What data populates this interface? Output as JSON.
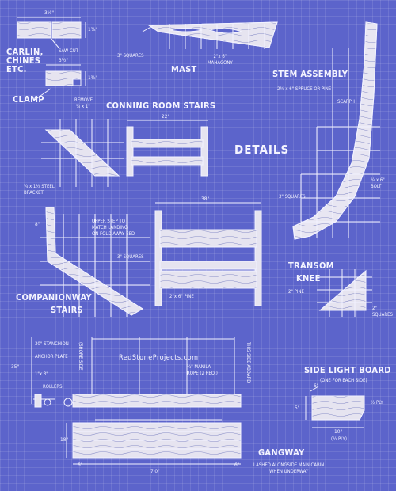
{
  "labels": {
    "carlin_chines": "CARLIN,\nCHINES\nETC.",
    "saw_cut": "SAW CUT",
    "clamp": "CLAMP",
    "remove": "REMOVE",
    "remove_size": "¾ x 1\"",
    "dim_carlin_width": "3½\"",
    "dim_carlin_height": "1⅜\"",
    "dim_clamp_width": "3½\"",
    "dim_clamp_height": "1⅜\"",
    "mast": "MAST",
    "mast_squares": "3\" SQUARES",
    "mast_material": "2\"x 6\"\nMAHAGONY",
    "stem_assembly": "STEM ASSEMBLY",
    "stem_material": "2¾ x 6\" SPRUCE OR PINE",
    "scarph": "SCARPH",
    "stem_bolt": "¼ x 6\"\nBOLT",
    "stem_squares": "3\" SQUARES",
    "conning_room_stairs": "CONNING ROOM STAIRS",
    "conning_dim": "22\"",
    "details": "DETAILS",
    "steel_bracket": "¼ x 1½ STEEL\nBRACKET",
    "upper_step": "UPPER STEP TO\nMATCH LANDING\nON FOLD-AWAY BED",
    "companion_dim": "8\"",
    "companion_squares": "3\" SQUARES",
    "companionway": "COMPANIONWAY",
    "stairs": "STAIRS",
    "center_dim": "38\"",
    "pine": "2\"x 6\" PINE",
    "transom": "TRANSOM",
    "knee": "KNEE",
    "knee_pine": "2\" PINE",
    "knee_squares": "2\"\nSQUARES",
    "stanchion": "30\" STANCHION",
    "anchor_plate": "ANCHOR PLATE",
    "shore_side": "(SHORE SIDE)",
    "gangway_height": "35\"",
    "bolt_size": "1\"x 3\"",
    "rollers": "ROLLERS",
    "url": "RedStoneProjects.com",
    "manila_rope": "¾\" MANILA\nROPE (2 REQ.)",
    "side_aboard": "THIS SIDE ABOARD",
    "side_light_board": "SIDE LIGHT BOARD",
    "one_each_side": "(ONE FOR EACH SIDE)",
    "ply": "½ PLY",
    "slb_dim_6": "6\"",
    "slb_dim_5": "5\"",
    "slb_dim_10": "10\"",
    "slb_ply_note": "(½ PLY)",
    "gangway_18": "18\"",
    "gangway_6a": "6\"",
    "gangway_length": "7'0\"",
    "gangway_6b": "6\"",
    "gangway": "GANGWAY",
    "gangway_note": "LASHED ALONGSIDE MAIN CABIN\nWHEN UNDERWAY"
  }
}
